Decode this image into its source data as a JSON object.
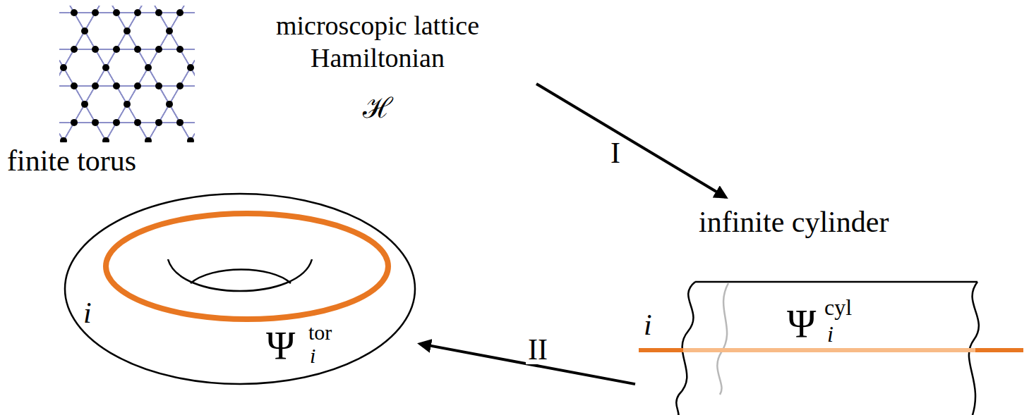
{
  "diagram": {
    "nodes": [
      {
        "text": [
          "microscopic lattice Hamiltonian",
          "ℋ"
        ]
      },
      {
        "text": [
          "finite torus",
          "i",
          "Ψ",
          "tor",
          "i"
        ]
      },
      {
        "text": [
          "infinite cylinder",
          "i",
          "Ψ",
          "cyl",
          "i"
        ]
      }
    ],
    "edges": [
      {
        "from": 0,
        "to": 2,
        "arrow": "to",
        "label": "I"
      },
      {
        "from": 2,
        "to": 1,
        "arrow": "to",
        "label": "II"
      }
    ]
  }
}
